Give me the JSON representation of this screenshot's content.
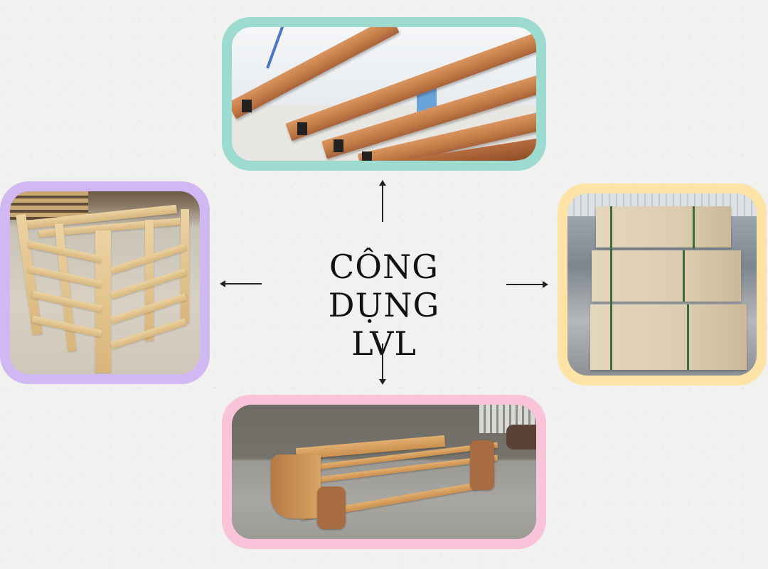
{
  "title": {
    "line1": "CÔNG DỤNG",
    "line2": "LVL"
  },
  "applications": [
    {
      "position": "top",
      "subject": "LVL roof beams / rafters",
      "border_color": "#9ddbd0"
    },
    {
      "position": "left",
      "subject": "LVL wooden packing crate",
      "border_color": "#d2b8f2"
    },
    {
      "position": "right",
      "subject": "Stacked LVL boards in warehouse",
      "border_color": "#fde3a6"
    },
    {
      "position": "bottom",
      "subject": "LVL sofa frame",
      "border_color": "#f9c3d9"
    }
  ],
  "arrows": [
    "up-arrow",
    "down-arrow",
    "left-arrow",
    "right-arrow"
  ],
  "colors": {
    "background": "#f1f1ef",
    "text": "#111111",
    "arrow": "#222222"
  }
}
